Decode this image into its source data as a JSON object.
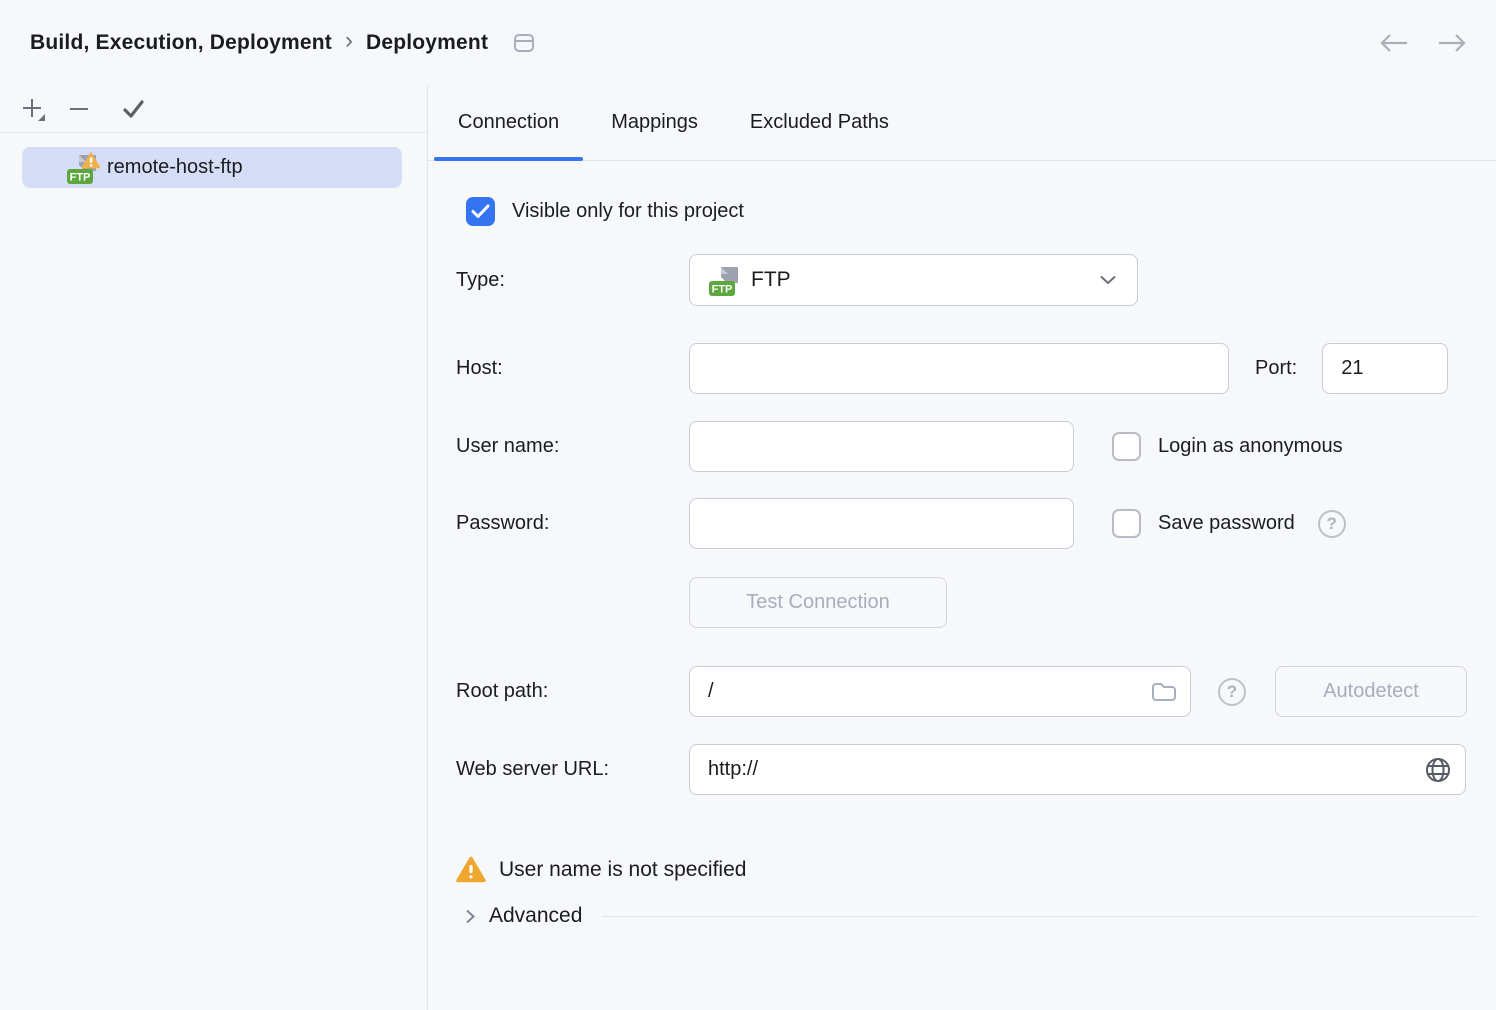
{
  "header": {
    "breadcrumb_1": "Build, Execution, Deployment",
    "separator": "›",
    "breadcrumb_2": "Deployment"
  },
  "sidebar": {
    "items": [
      {
        "label": "remote-host-ftp",
        "icon": "ftp-server-warning-icon",
        "selected": true,
        "badge_text": "FTP"
      }
    ]
  },
  "tabs": [
    {
      "label": "Connection",
      "active": true
    },
    {
      "label": "Mappings",
      "active": false
    },
    {
      "label": "Excluded Paths",
      "active": false
    }
  ],
  "form": {
    "visible_only": {
      "label": "Visible only for this project",
      "checked": true
    },
    "type": {
      "label": "Type:",
      "value": "FTP",
      "badge_text": "FTP"
    },
    "host": {
      "label": "Host:",
      "value": ""
    },
    "port": {
      "label": "Port:",
      "value": "21"
    },
    "user_name": {
      "label": "User name:",
      "value": ""
    },
    "login_anonymous": {
      "label": "Login as anonymous",
      "checked": false
    },
    "password": {
      "label": "Password:",
      "value": ""
    },
    "save_password": {
      "label": "Save password",
      "checked": false
    },
    "test_connection_label": "Test Connection",
    "root_path": {
      "label": "Root path:",
      "value": "/"
    },
    "autodetect_label": "Autodetect",
    "web_server_url": {
      "label": "Web server URL:",
      "value": "http://"
    },
    "warning_message": "User name is not specified",
    "advanced_label": "Advanced"
  },
  "icons": {
    "help_glyph": "?"
  },
  "colors": {
    "accent_blue": "#3574F0",
    "selection_bg": "#D6DDF7",
    "warning_amber": "#F0A732",
    "ftp_badge_green": "#5DA73E",
    "disabled_text": "#A8ADBD",
    "field_border": "#C9CCD6",
    "separator": "#E3E4E8",
    "panel_bg": "#F7F8FA"
  }
}
